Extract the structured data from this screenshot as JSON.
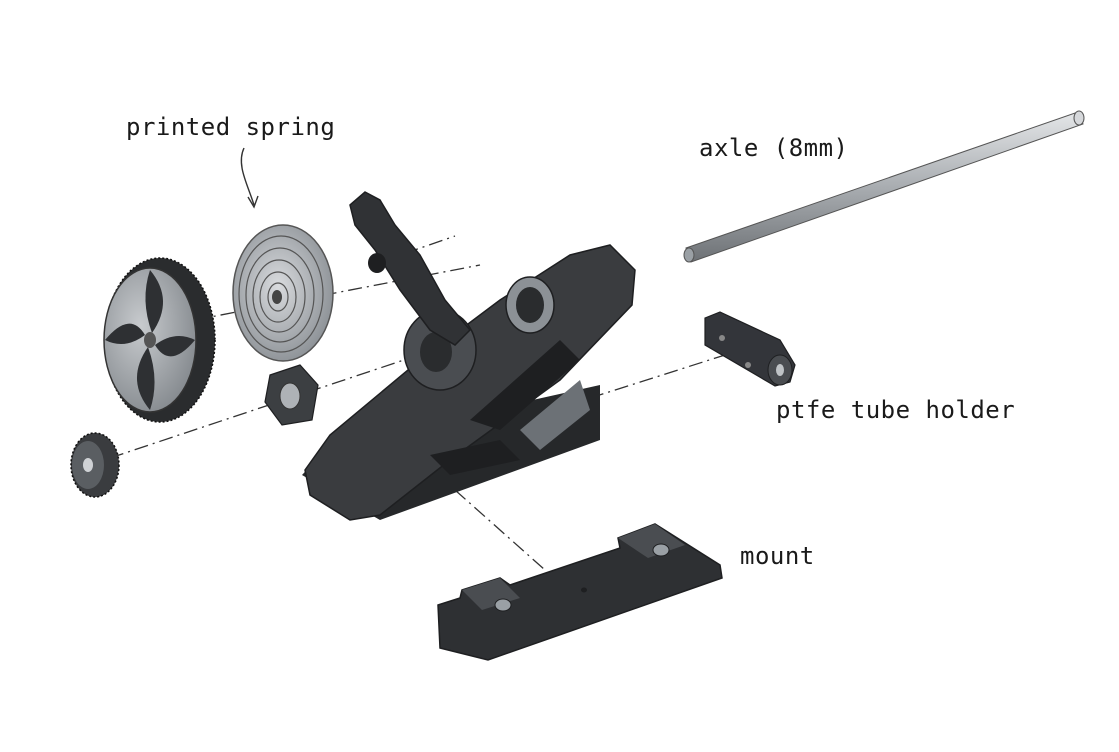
{
  "labels": {
    "printed_spring": "printed spring",
    "axle": "axle (8mm)",
    "ptfe_tube_holder": "ptfe tube holder",
    "mount": "mount"
  },
  "colors": {
    "part_dark": "#3a3c3f",
    "part_darker": "#26282a",
    "part_light": "#8c9196",
    "metal": "#b9bcbf",
    "line": "#333333"
  }
}
